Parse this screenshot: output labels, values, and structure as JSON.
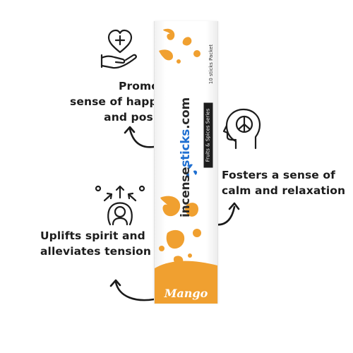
{
  "benefits": [
    {
      "id": "happiness",
      "lines": [
        "Promotes a",
        "sense of happiness",
        "and positivity"
      ],
      "icon": "heart-in-hand-icon"
    },
    {
      "id": "calm",
      "lines": [
        "Fosters a sense of",
        "calm and relaxation"
      ],
      "icon": "peace-head-icon"
    },
    {
      "id": "spirit",
      "lines": [
        "Uplifts spirit and",
        "alleviates tension"
      ],
      "icon": "uplift-person-icon"
    }
  ],
  "product": {
    "brand_prefix": "incense",
    "brand_accent": "sticks",
    "brand_suffix": ".com",
    "series": "Fruits & Spices Series",
    "count": "10 sticks Packet",
    "flavor": "Mango"
  },
  "colors": {
    "accent_orange": "#F0A030",
    "brand_blue": "#1F6FD1",
    "text": "#1C1C1C"
  }
}
